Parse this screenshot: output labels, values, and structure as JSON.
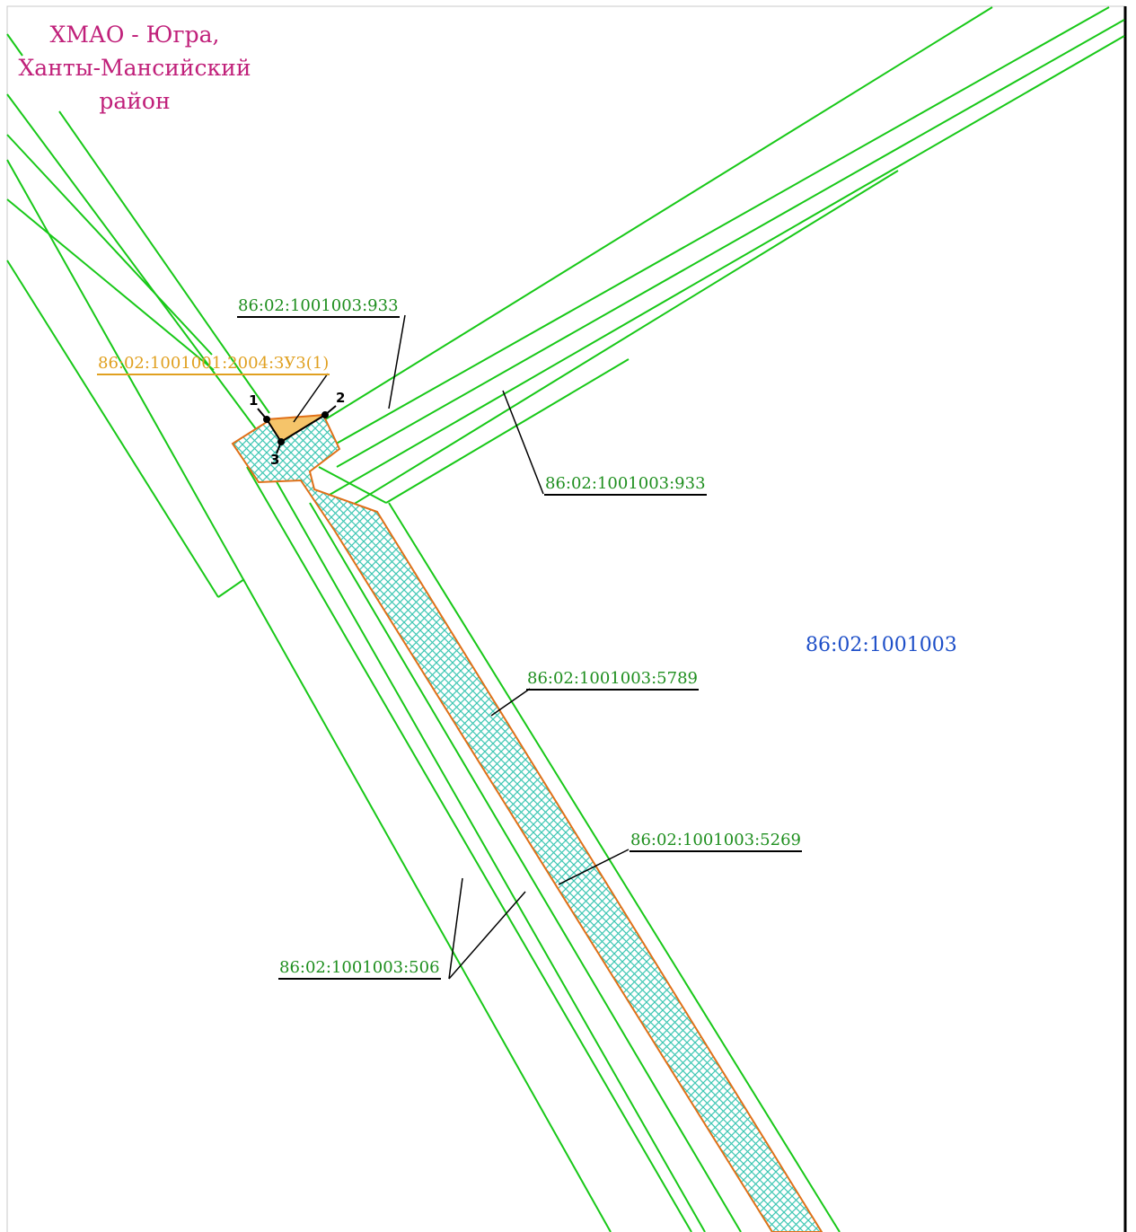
{
  "region_label": [
    "ХМАО - Югра,",
    "Ханты-Мансийский",
    "район"
  ],
  "quarter_label": "86:02:1001003",
  "parcel_labels": {
    "p933_top": "86:02:1001003:933",
    "new_parcel": "86:02:1001001:2004:ЗУ3(1)",
    "p933_right": "86:02:1001003:933",
    "p5789": "86:02:1001003:5789",
    "p5269": "86:02:1001003:5269",
    "p506": "86:02:1001003:506"
  },
  "points": [
    "1",
    "2",
    "3"
  ],
  "colors": {
    "region": "#c0207a",
    "quarter": "#1e4fc8",
    "boundary": "#18c818",
    "label_green": "#1f8f1f",
    "new_parcel": "#e0a020",
    "zone_fill": "#3ec7b4",
    "zone_edge": "#e07018",
    "leader": "#000000",
    "frame": "#000000"
  }
}
